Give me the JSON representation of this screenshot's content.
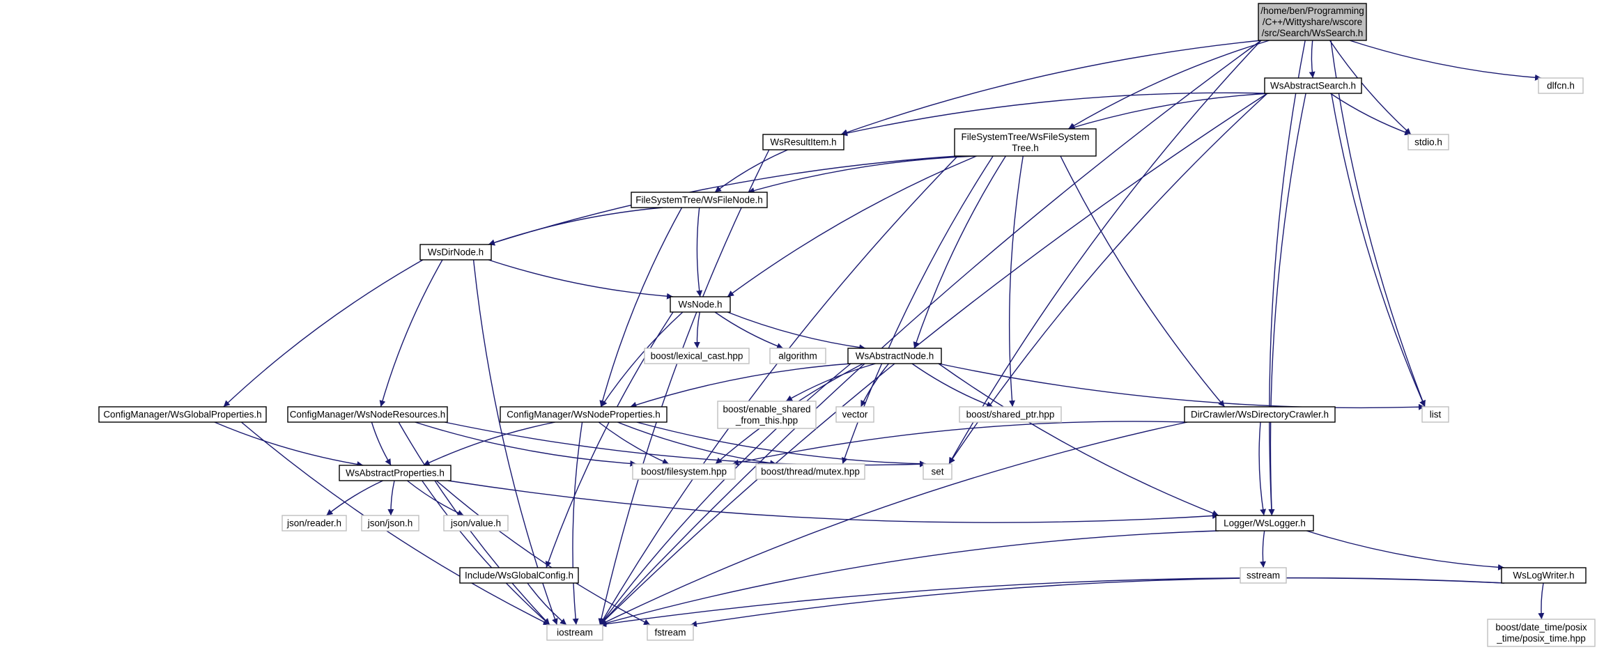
{
  "colors": {
    "edge": "#191970",
    "root_fill": "#bfbfbf",
    "local_border": "#000000",
    "system_border": "#bfbfbf",
    "system_text": "#3f3f3f",
    "background": "#ffffff"
  },
  "nodes": [
    {
      "id": "wssearch",
      "kind": "root",
      "lines": [
        "/home/ben/Programming",
        "/C++/Wittyshare/wscore",
        "/src/Search/WsSearch.h"
      ]
    },
    {
      "id": "dlfcn",
      "kind": "system",
      "lines": [
        "dlfcn.h"
      ]
    },
    {
      "id": "wsabstractsearch",
      "kind": "local",
      "lines": [
        "WsAbstractSearch.h"
      ]
    },
    {
      "id": "wsresultitem",
      "kind": "local",
      "lines": [
        "WsResultItem.h"
      ]
    },
    {
      "id": "wsfilesystemtree",
      "kind": "local",
      "lines": [
        "FileSystemTree/WsFileSystem",
        "Tree.h"
      ]
    },
    {
      "id": "stdio",
      "kind": "system",
      "lines": [
        "stdio.h"
      ]
    },
    {
      "id": "wsfilenode",
      "kind": "local",
      "lines": [
        "FileSystemTree/WsFileNode.h"
      ]
    },
    {
      "id": "wsdirnode",
      "kind": "local",
      "lines": [
        "WsDirNode.h"
      ]
    },
    {
      "id": "wsnode",
      "kind": "local",
      "lines": [
        "WsNode.h"
      ]
    },
    {
      "id": "lexical_cast",
      "kind": "system",
      "lines": [
        "boost/lexical_cast.hpp"
      ]
    },
    {
      "id": "algorithm",
      "kind": "system",
      "lines": [
        "algorithm"
      ]
    },
    {
      "id": "wsabstractnode",
      "kind": "local",
      "lines": [
        "WsAbstractNode.h"
      ]
    },
    {
      "id": "wsglobalproperties",
      "kind": "local",
      "lines": [
        "ConfigManager/WsGlobalProperties.h"
      ]
    },
    {
      "id": "wsnoderesources",
      "kind": "local",
      "lines": [
        "ConfigManager/WsNodeResources.h"
      ]
    },
    {
      "id": "wsnodeproperties",
      "kind": "local",
      "lines": [
        "ConfigManager/WsNodeProperties.h"
      ]
    },
    {
      "id": "enable_shared",
      "kind": "system",
      "lines": [
        "boost/enable_shared",
        "_from_this.hpp"
      ]
    },
    {
      "id": "vector",
      "kind": "system",
      "lines": [
        "vector"
      ]
    },
    {
      "id": "shared_ptr",
      "kind": "system",
      "lines": [
        "boost/shared_ptr.hpp"
      ]
    },
    {
      "id": "wsdirectorycrawler",
      "kind": "local",
      "lines": [
        "DirCrawler/WsDirectoryCrawler.h"
      ]
    },
    {
      "id": "list",
      "kind": "system",
      "lines": [
        "list"
      ]
    },
    {
      "id": "wsabstractproperties",
      "kind": "local",
      "lines": [
        "WsAbstractProperties.h"
      ]
    },
    {
      "id": "filesystem",
      "kind": "system",
      "lines": [
        "boost/filesystem.hpp"
      ]
    },
    {
      "id": "mutex",
      "kind": "system",
      "lines": [
        "boost/thread/mutex.hpp"
      ]
    },
    {
      "id": "set",
      "kind": "system",
      "lines": [
        "set"
      ]
    },
    {
      "id": "jsonreader",
      "kind": "system",
      "lines": [
        "json/reader.h"
      ]
    },
    {
      "id": "jsonjson",
      "kind": "system",
      "lines": [
        "json/json.h"
      ]
    },
    {
      "id": "jsonvalue",
      "kind": "system",
      "lines": [
        "json/value.h"
      ]
    },
    {
      "id": "wslogger",
      "kind": "local",
      "lines": [
        "Logger/WsLogger.h"
      ]
    },
    {
      "id": "sstream",
      "kind": "system",
      "lines": [
        "sstream"
      ]
    },
    {
      "id": "wsglobalconfig",
      "kind": "local",
      "lines": [
        "Include/WsGlobalConfig.h"
      ]
    },
    {
      "id": "wslogwriter",
      "kind": "local",
      "lines": [
        "WsLogWriter.h"
      ]
    },
    {
      "id": "iostream",
      "kind": "system",
      "lines": [
        "iostream"
      ]
    },
    {
      "id": "fstream",
      "kind": "system",
      "lines": [
        "fstream"
      ]
    },
    {
      "id": "posix_time",
      "kind": "system",
      "lines": [
        "boost/date_time/posix",
        "_time/posix_time.hpp"
      ]
    }
  ],
  "edges": [
    [
      "wssearch",
      "iostream"
    ],
    [
      "wssearch",
      "wsresultitem"
    ],
    [
      "wssearch",
      "wsfilesystemtree"
    ],
    [
      "wssearch",
      "wsabstractsearch"
    ],
    [
      "wssearch",
      "stdio"
    ],
    [
      "wssearch",
      "dlfcn"
    ],
    [
      "wssearch",
      "list"
    ],
    [
      "wssearch",
      "set"
    ],
    [
      "wssearch",
      "wslogger"
    ],
    [
      "wsabstractsearch",
      "wsresultitem"
    ],
    [
      "wsabstractsearch",
      "wsfilesystemtree"
    ],
    [
      "wsabstractsearch",
      "stdio"
    ],
    [
      "wsabstractsearch",
      "list"
    ],
    [
      "wsabstractsearch",
      "set"
    ],
    [
      "wsabstractsearch",
      "wslogger"
    ],
    [
      "wsabstractsearch",
      "iostream"
    ],
    [
      "wsresultitem",
      "wsfilenode"
    ],
    [
      "wsresultitem",
      "iostream"
    ],
    [
      "wsfilesystemtree",
      "wsfilenode"
    ],
    [
      "wsfilesystemtree",
      "wsdirnode"
    ],
    [
      "wsfilesystemtree",
      "wsnode"
    ],
    [
      "wsfilesystemtree",
      "wsabstractnode"
    ],
    [
      "wsfilesystemtree",
      "shared_ptr"
    ],
    [
      "wsfilesystemtree",
      "wsdirectorycrawler"
    ],
    [
      "wsfilesystemtree",
      "mutex"
    ],
    [
      "wsfilesystemtree",
      "iostream"
    ],
    [
      "wsfilenode",
      "wsdirnode"
    ],
    [
      "wsfilenode",
      "wsnode"
    ],
    [
      "wsfilenode",
      "wsnodeproperties"
    ],
    [
      "wsdirnode",
      "wsnode"
    ],
    [
      "wsdirnode",
      "wsglobalproperties"
    ],
    [
      "wsdirnode",
      "wsnoderesources"
    ],
    [
      "wsdirnode",
      "iostream"
    ],
    [
      "wsnode",
      "lexical_cast"
    ],
    [
      "wsnode",
      "algorithm"
    ],
    [
      "wsnode",
      "wsabstractnode"
    ],
    [
      "wsnode",
      "wsnodeproperties"
    ],
    [
      "wsnode",
      "wsglobalconfig"
    ],
    [
      "wsabstractnode",
      "enable_shared"
    ],
    [
      "wsabstractnode",
      "vector"
    ],
    [
      "wsabstractnode",
      "shared_ptr"
    ],
    [
      "wsabstractnode",
      "list"
    ],
    [
      "wsabstractnode",
      "wsnodeproperties"
    ],
    [
      "wsabstractnode",
      "filesystem"
    ],
    [
      "wsabstractnode",
      "wslogger"
    ],
    [
      "wsabstractnode",
      "iostream"
    ],
    [
      "wsglobalproperties",
      "wsabstractproperties"
    ],
    [
      "wsglobalproperties",
      "iostream"
    ],
    [
      "wsnoderesources",
      "wsabstractproperties"
    ],
    [
      "wsnoderesources",
      "filesystem"
    ],
    [
      "wsnoderesources",
      "set"
    ],
    [
      "wsnoderesources",
      "iostream"
    ],
    [
      "wsnodeproperties",
      "wsabstractproperties"
    ],
    [
      "wsnodeproperties",
      "filesystem"
    ],
    [
      "wsnodeproperties",
      "mutex"
    ],
    [
      "wsnodeproperties",
      "set"
    ],
    [
      "wsnodeproperties",
      "iostream"
    ],
    [
      "wsdirectorycrawler",
      "filesystem"
    ],
    [
      "wsdirectorycrawler",
      "wslogger"
    ],
    [
      "wsdirectorycrawler",
      "iostream"
    ],
    [
      "wsabstractproperties",
      "jsonreader"
    ],
    [
      "wsabstractproperties",
      "jsonjson"
    ],
    [
      "wsabstractproperties",
      "jsonvalue"
    ],
    [
      "wsabstractproperties",
      "wslogger"
    ],
    [
      "wsabstractproperties",
      "fstream"
    ],
    [
      "wsabstractproperties",
      "iostream"
    ],
    [
      "wslogger",
      "sstream"
    ],
    [
      "wslogger",
      "wslogwriter"
    ],
    [
      "wslogger",
      "iostream"
    ],
    [
      "wsglobalconfig",
      "iostream"
    ],
    [
      "wslogwriter",
      "iostream"
    ],
    [
      "wslogwriter",
      "fstream"
    ],
    [
      "wslogwriter",
      "posix_time"
    ]
  ]
}
